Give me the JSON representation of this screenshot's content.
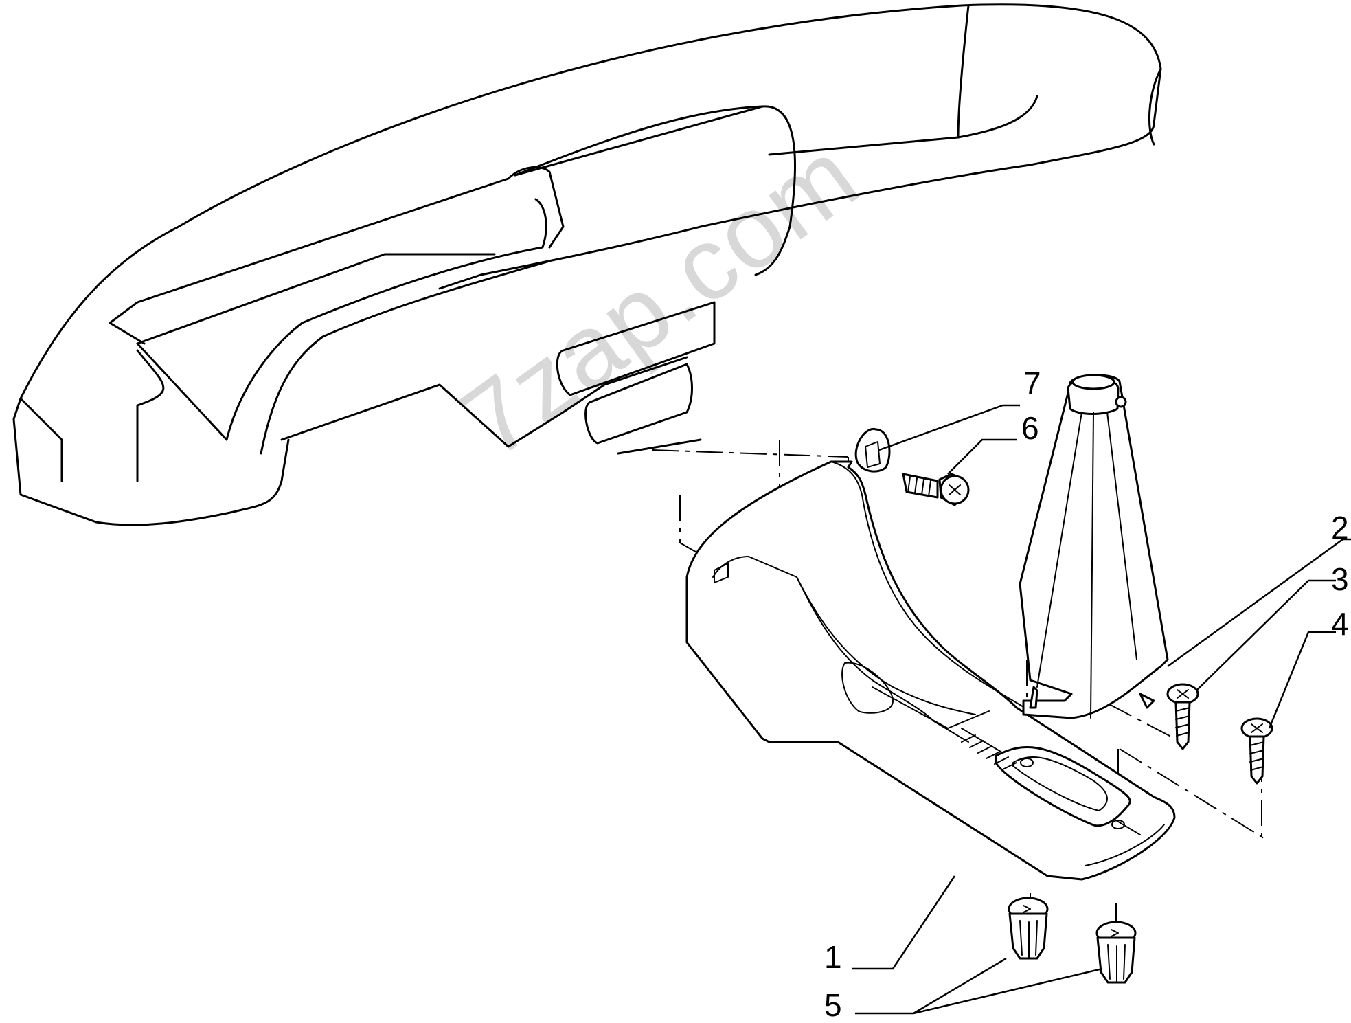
{
  "watermark": "7zap.com",
  "callouts": [
    {
      "id": "1",
      "label": "1",
      "part": "console"
    },
    {
      "id": "2",
      "label": "2",
      "part": "gear-lever-boot"
    },
    {
      "id": "3",
      "label": "3",
      "part": "screw"
    },
    {
      "id": "4",
      "label": "4",
      "part": "screw"
    },
    {
      "id": "5",
      "label": "5",
      "part": "clip"
    },
    {
      "id": "6",
      "label": "6",
      "part": "screw"
    },
    {
      "id": "7",
      "label": "7",
      "part": "cap"
    }
  ]
}
